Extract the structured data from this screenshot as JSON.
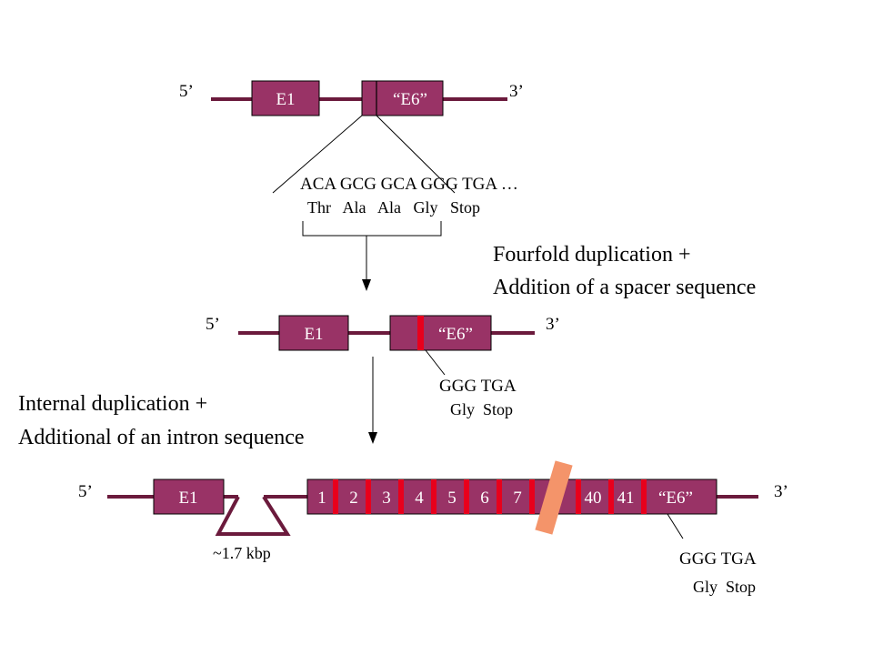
{
  "colors": {
    "exon_fill": "#993366",
    "exon_stroke": "#000000",
    "strand": "#6b1a3c",
    "stop_mark": "#e8001c",
    "spacer_block": "#f4946a",
    "line": "#000000"
  },
  "row1": {
    "five_prime": "5’",
    "three_prime": "3’",
    "exon1": "E1",
    "exon6": "“E6”",
    "codons": "ACA GCG GCA GGG TGA …",
    "amino_acids": "Thr   Ala   Ala   Gly   Stop"
  },
  "caption_top": {
    "line1": "Fourfold duplication  +",
    "line2": "Addition of a spacer sequence"
  },
  "row2": {
    "five_prime": "5’",
    "three_prime": "3’",
    "exon1": "E1",
    "exon6": "“E6”",
    "codons": "GGG TGA",
    "amino_acids": "Gly  Stop"
  },
  "caption_mid": {
    "line1": "Internal duplication +",
    "line2": "Additional of an intron sequence"
  },
  "row3": {
    "five_prime": "5’",
    "three_prime": "3’",
    "exon1": "E1",
    "intron_size": "~1.7 kbp",
    "repeats": [
      "1",
      "2",
      "3",
      "4",
      "5",
      "6",
      "7",
      "40",
      "41"
    ],
    "exon6": "“E6”",
    "codons": "GGG TGA",
    "amino_acids": "Gly  Stop"
  },
  "icons": {
    "arrow_1": "down-arrow-icon",
    "arrow_2": "down-arrow-icon"
  }
}
